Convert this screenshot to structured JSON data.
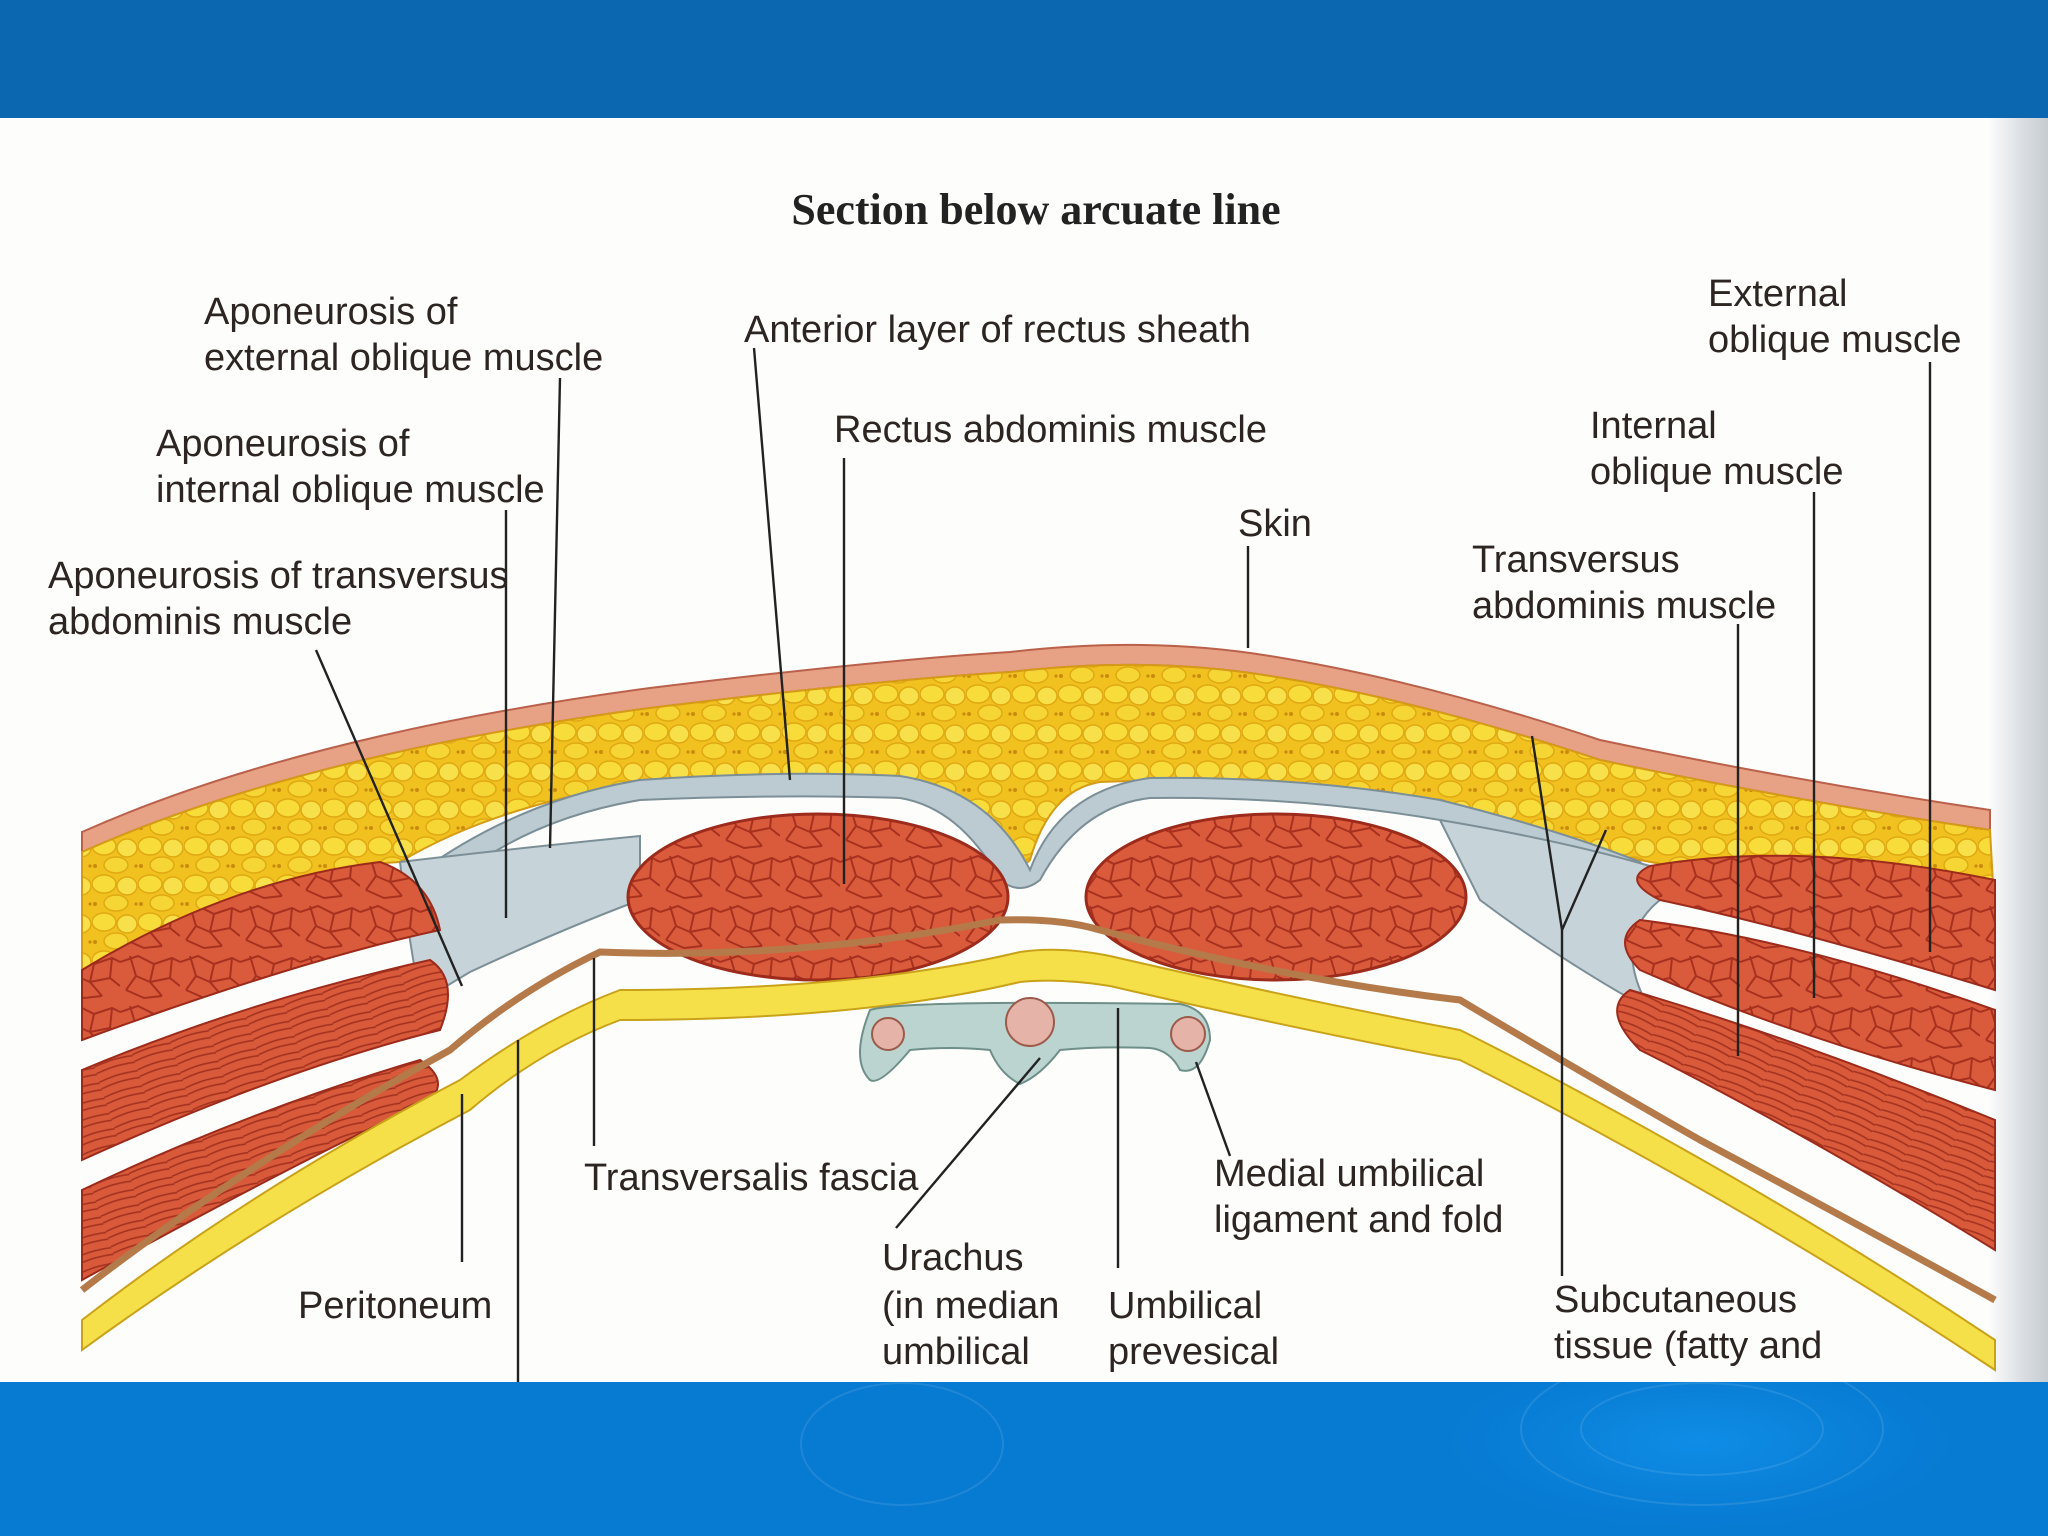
{
  "title": "Section below arcuate line",
  "labels": {
    "apo_ext_1": "Aponeurosis of",
    "apo_ext_2": "external oblique muscle",
    "apo_int_1": "Aponeurosis of",
    "apo_int_2": "internal oblique muscle",
    "apo_tra_1": "Aponeurosis of transversus",
    "apo_tra_2": "abdominis muscle",
    "ant_layer": "Anterior layer of rectus sheath",
    "rectus": "Rectus abdominis muscle",
    "skin": "Skin",
    "ext_obl_1": "External",
    "ext_obl_2": "oblique muscle",
    "int_obl_1": "Internal",
    "int_obl_2": "oblique muscle",
    "trans_1": "Transversus",
    "trans_2": "abdominis muscle",
    "transversalis": "Transversalis fascia",
    "medial_1": "Medial umbilical",
    "medial_2": "ligament and fold",
    "urachus_1": "Urachus",
    "urachus_2": "(in median",
    "urachus_3": "umbilical",
    "umb_1": "Umbilical",
    "umb_2": "prevesical",
    "peritoneum": "Peritoneum",
    "subcut_1": "Subcutaneous",
    "subcut_2": "tissue (fatty and"
  },
  "colors": {
    "header": "#0b67b0",
    "footer": "#0a80d8",
    "muscle": "#d8553a",
    "fat": "#f3cf2a",
    "fascia": "#b9c6cc",
    "skin": "#e7a184"
  }
}
